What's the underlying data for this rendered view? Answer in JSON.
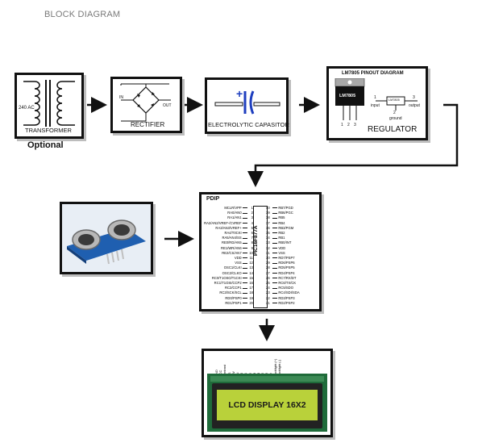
{
  "page_title": "BLOCK DIAGRAM",
  "transformer": {
    "input_label": "240 AC",
    "label": "TRANSFORMER",
    "note": "Optional"
  },
  "rectifier": {
    "label": "RECTIFIER",
    "in_label": "IN",
    "out_label": "OUT"
  },
  "capacitor": {
    "label": "ELECTROLYTIC  CAPASITOR"
  },
  "regulator": {
    "header": "LM7805 PINOUT DIAGRAM",
    "chip_text": "LM7805",
    "pins": [
      "1",
      "2",
      "3"
    ],
    "input": "input",
    "output": "output",
    "ground": "ground",
    "label": "REGULATOR"
  },
  "microcontroller": {
    "package": "PDIP",
    "part": "PIC16F877A",
    "left_pins": [
      "MCLR/VPP",
      "RA0/AN0",
      "RA1/AN1",
      "RA2/AN2/VREF-/CVREF",
      "RA3/AN3/VREF+",
      "RA4/T0CKI",
      "RA5/AN4/SS",
      "RE0/RD/AN5",
      "RE1/WR/AN6",
      "RE2/CS/AN7",
      "VDD",
      "VSS",
      "OSC1/CLKI",
      "OSC2/CLKO",
      "RC0/T1OSO/T1CKI",
      "RC1/T1OSI/CCP2",
      "RC2/CCP1",
      "RC3/SCK/SCL",
      "RD0/PSP0",
      "RD1/PSP1"
    ],
    "right_pins": [
      "RB7/PGD",
      "RB6/PGC",
      "RB5",
      "RB4",
      "RB3/PGM",
      "RB2",
      "RB1",
      "RB0/INT",
      "VDD",
      "VSS",
      "RD7/PSP7",
      "RD6/PSP6",
      "RD5/PSP5",
      "RD4/PSP4",
      "RC7/RX/DT",
      "RC6/TX/CK",
      "RC5/SDO",
      "RC4/SDI/SDA",
      "RD3/PSP3",
      "RD2/PSP2"
    ]
  },
  "lcd": {
    "display_text": "LCD DISPLAY 16X2",
    "header_pins": [
      "GND",
      "VCC",
      "Contrast",
      "RS",
      "RW",
      "EN",
      "D0",
      "D1",
      "D2",
      "D3",
      "D4",
      "D5",
      "D6",
      "D7",
      "Backlight (+)",
      "Backlight (-)"
    ]
  },
  "colors": {
    "lcd_screen": "#b9d13a",
    "lcd_pcb": "#1f6b3a",
    "cap_plus": "#1f3fbf",
    "arrow": "#111111"
  }
}
